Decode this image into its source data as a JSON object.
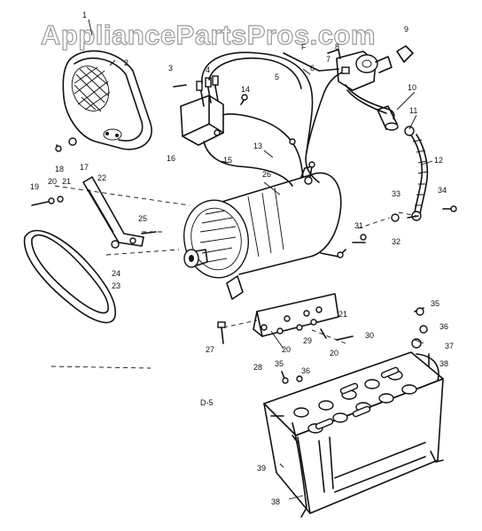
{
  "watermark": "AppliancePartsPros.com",
  "figure_code": "D-5",
  "callouts": [
    "1",
    "2",
    "3",
    "4",
    "5",
    "6",
    "7",
    "8",
    "9",
    "10",
    "11",
    "12",
    "13",
    "14",
    "15",
    "16",
    "17",
    "18",
    "19",
    "20",
    "21",
    "22",
    "23",
    "24",
    "25",
    "26",
    "27",
    "28",
    "29",
    "30",
    "31",
    "32",
    "33",
    "34",
    "35",
    "36",
    "37",
    "38",
    "39"
  ],
  "callout_labels": {
    "c1": "1",
    "c2": "2",
    "c3": "3",
    "c4": "4",
    "cF": "F",
    "c5": "5",
    "c6": "6",
    "c7": "7",
    "c8": "8",
    "c9": "9",
    "c10": "10",
    "c11": "11",
    "c12": "12",
    "c13": "13",
    "c14": "14",
    "c15": "15",
    "c16": "16",
    "c17": "17",
    "c18": "18",
    "c19": "19",
    "c20a": "20",
    "c21a": "21",
    "c22": "22",
    "c23": "23",
    "c24": "24",
    "c25": "25",
    "c26": "26",
    "c27": "27",
    "c28": "28",
    "c29": "29",
    "c20b": "20",
    "c20c": "20",
    "c21b": "21",
    "c30": "30",
    "c31": "31",
    "c32": "32",
    "c33": "33",
    "c34": "34",
    "c35a": "35",
    "c36a": "36",
    "c37": "37",
    "c38a": "38",
    "c35b": "35",
    "c36b": "36",
    "c39": "39",
    "c38b": "38"
  }
}
